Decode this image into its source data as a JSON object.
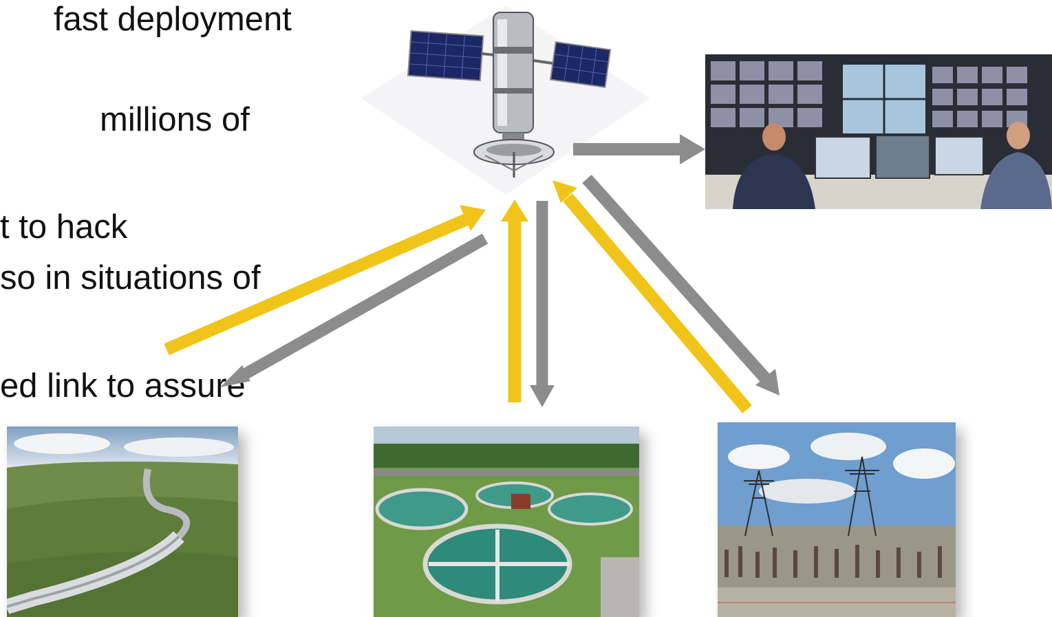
{
  "slide": {
    "bullets": [
      "fast deployment",
      "millions of",
      "t to hack",
      "so  in situations of",
      "ed link to assure"
    ]
  },
  "colors": {
    "uplink": "#f0c419",
    "downlink": "#8c8c8c"
  },
  "nodes": [
    {
      "id": "satellite",
      "icon": "satellite-icon"
    },
    {
      "id": "control-room",
      "icon": "control-room-photo"
    },
    {
      "id": "pipeline",
      "icon": "pipeline-photo"
    },
    {
      "id": "water-treatment",
      "icon": "water-treatment-photo"
    },
    {
      "id": "substation",
      "icon": "substation-photo"
    }
  ]
}
